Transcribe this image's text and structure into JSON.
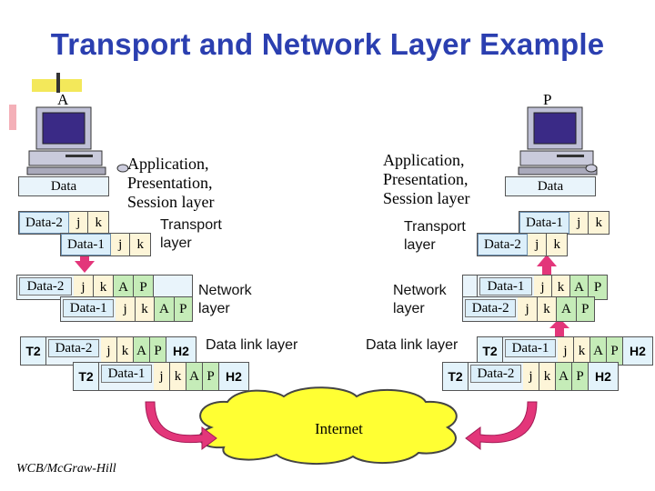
{
  "title": "Transport and Network Layer Example",
  "host_left": "A",
  "host_right": "P",
  "left_upper_layers": [
    "Application,",
    "Presentation,",
    "Session layer"
  ],
  "right_upper_layers": [
    "Application,",
    "Presentation,",
    "Session layer"
  ],
  "transport_label": [
    "Transport",
    "layer"
  ],
  "network_label": [
    "Network",
    "layer"
  ],
  "datalink_label": "Data link layer",
  "internet_label": "Internet",
  "footer": "WCB/McGraw-Hill",
  "left": {
    "app_data": "Data",
    "t1": {
      "data": "Data-2",
      "f1": "j",
      "f2": "k"
    },
    "t2": {
      "data": "Data-1",
      "f1": "j",
      "f2": "k"
    },
    "n1": {
      "data": "Data-2",
      "f1": "j",
      "f2": "k",
      "f3": "A",
      "f4": "P"
    },
    "n2": {
      "data": "Data-1",
      "f1": "j",
      "f2": "k",
      "f3": "A",
      "f4": "P"
    },
    "d1": {
      "trailer": "T2",
      "data": "Data-2",
      "f1": "j",
      "f2": "k",
      "f3": "A",
      "f4": "P",
      "header": "H2"
    },
    "d2": {
      "trailer": "T2",
      "data": "Data-1",
      "f1": "j",
      "f2": "k",
      "f3": "A",
      "f4": "P",
      "header": "H2"
    }
  },
  "right": {
    "app_data": "Data",
    "t1": {
      "data": "Data-1",
      "f1": "j",
      "f2": "k"
    },
    "t2": {
      "data": "Data-2",
      "f1": "j",
      "f2": "k"
    },
    "n1": {
      "data": "Data-1",
      "f1": "j",
      "f2": "k",
      "f3": "A",
      "f4": "P"
    },
    "n2": {
      "data": "Data-2",
      "f1": "j",
      "f2": "k",
      "f3": "A",
      "f4": "P"
    },
    "d1": {
      "trailer": "T2",
      "data": "Data-1",
      "f1": "j",
      "f2": "k",
      "f3": "A",
      "f4": "P",
      "header": "H2"
    },
    "d2": {
      "trailer": "T2",
      "data": "Data-2",
      "f1": "j",
      "f2": "k",
      "f3": "A",
      "f4": "P",
      "header": "H2"
    }
  },
  "colors": {
    "title": "#2b3fb0",
    "arrow": "#e3367a",
    "cloud": "#ffff33",
    "transport_field": "#fdf5d8",
    "network_field": "#c5ecb8",
    "packet_bg": "#e9f4fb"
  }
}
